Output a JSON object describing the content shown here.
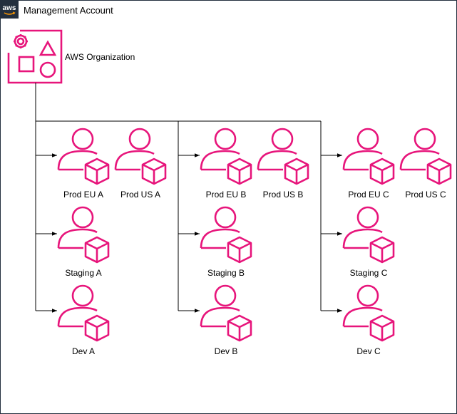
{
  "container": {
    "title": "Management Account",
    "badge_text": "aws",
    "badge_icon": "aws-logo-icon"
  },
  "organization": {
    "label": "AWS Organization",
    "icon": "aws-organizations-icon"
  },
  "colors": {
    "accent": "#E7157B",
    "badge_bg": "#232F3E",
    "line": "#000000",
    "border": "#232F3E"
  },
  "account_icon": "member-account-icon",
  "accounts": [
    {
      "id": "prod-eu-a",
      "label": "Prod EU A"
    },
    {
      "id": "prod-us-a",
      "label": "Prod US A"
    },
    {
      "id": "staging-a",
      "label": "Staging A"
    },
    {
      "id": "dev-a",
      "label": "Dev A"
    },
    {
      "id": "prod-eu-b",
      "label": "Prod EU B"
    },
    {
      "id": "prod-us-b",
      "label": "Prod US B"
    },
    {
      "id": "staging-b",
      "label": "Staging B"
    },
    {
      "id": "dev-b",
      "label": "Dev B"
    },
    {
      "id": "prod-eu-c",
      "label": "Prod EU C"
    },
    {
      "id": "prod-us-c",
      "label": "Prod US C"
    },
    {
      "id": "staging-c",
      "label": "Staging C"
    },
    {
      "id": "dev-c",
      "label": "Dev C"
    }
  ]
}
